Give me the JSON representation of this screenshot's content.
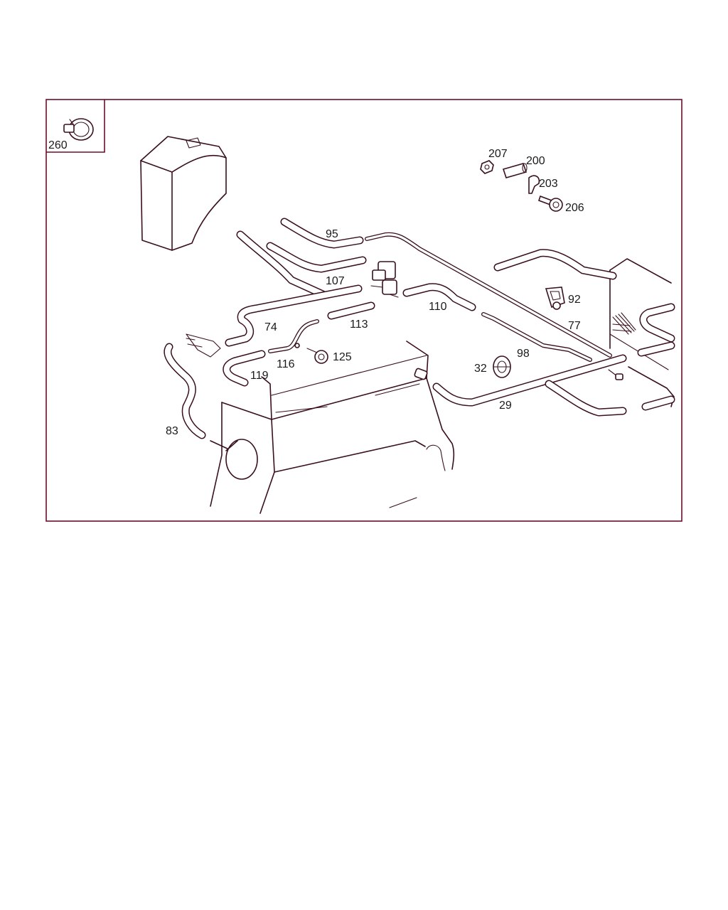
{
  "diagram": {
    "inset_label": "260",
    "colors": {
      "line": "#3a0f1f",
      "frame": "#6b0f2a",
      "text": "#1a1a1a"
    },
    "labels": {
      "p95": "95",
      "p107": "107",
      "p74": "74",
      "p113": "113",
      "p116": "116",
      "p125": "125",
      "p119": "119",
      "p83": "83",
      "p110": "110",
      "p92": "92",
      "p77": "77",
      "p98": "98",
      "p32": "32",
      "p29": "29",
      "p207": "207",
      "p200": "200",
      "p203": "203",
      "p206": "206"
    }
  }
}
